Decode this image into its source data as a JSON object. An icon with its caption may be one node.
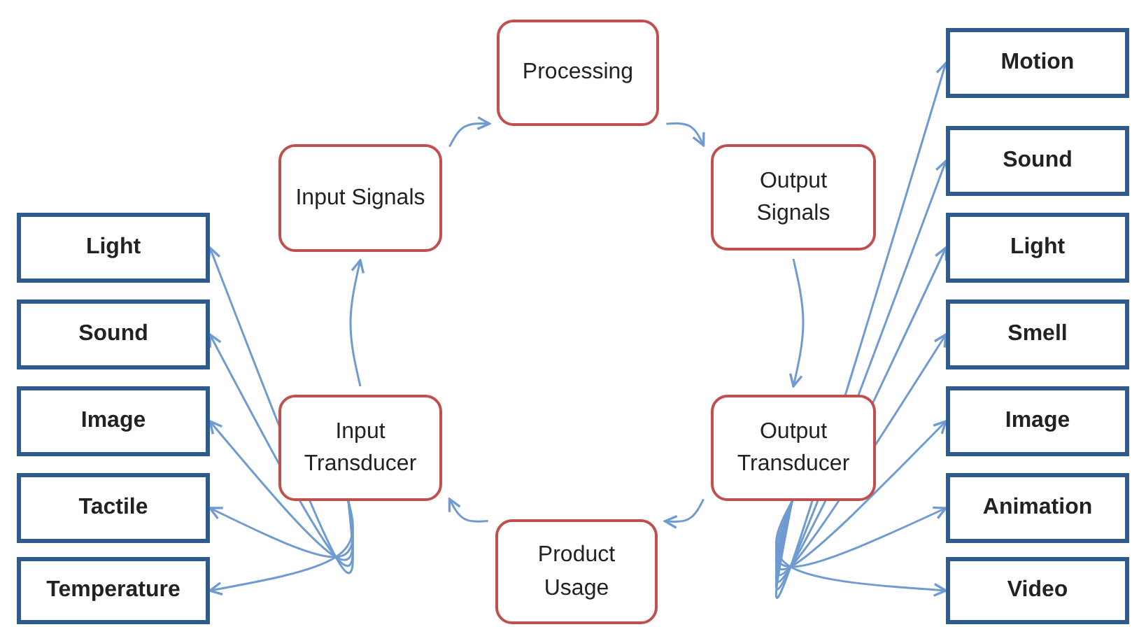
{
  "diagram": {
    "nodes": [
      {
        "text": [
          "Processing"
        ]
      },
      {
        "text": [
          "Input Signals"
        ]
      },
      {
        "text": [
          "Output Signals"
        ]
      },
      {
        "text": [
          "Input Transducer"
        ]
      },
      {
        "text": [
          "Output Transducer"
        ]
      },
      {
        "text": [
          "Product Usage"
        ]
      },
      {
        "text": [
          "Light"
        ]
      },
      {
        "text": [
          "Sound"
        ]
      },
      {
        "text": [
          "Image"
        ]
      },
      {
        "text": [
          "Tactile"
        ]
      },
      {
        "text": [
          "Temperature"
        ]
      },
      {
        "text": [
          "Motion"
        ]
      },
      {
        "text": [
          "Sound"
        ]
      },
      {
        "text": [
          "Light"
        ]
      },
      {
        "text": [
          "Smell"
        ]
      },
      {
        "text": [
          "Image"
        ]
      },
      {
        "text": [
          "Animation"
        ]
      },
      {
        "text": [
          "Video"
        ]
      }
    ],
    "edges": [
      {
        "from": 1,
        "to": 0,
        "arrow": "to"
      },
      {
        "from": 0,
        "to": 2,
        "arrow": "to"
      },
      {
        "from": 2,
        "to": 4,
        "arrow": "to"
      },
      {
        "from": 4,
        "to": 5,
        "arrow": "to"
      },
      {
        "from": 5,
        "to": 3,
        "arrow": "to"
      },
      {
        "from": 3,
        "to": 1,
        "arrow": "to"
      },
      {
        "from": 3,
        "to": 6,
        "arrow": "to"
      },
      {
        "from": 3,
        "to": 7,
        "arrow": "to"
      },
      {
        "from": 3,
        "to": 8,
        "arrow": "to"
      },
      {
        "from": 3,
        "to": 9,
        "arrow": "to"
      },
      {
        "from": 3,
        "to": 10,
        "arrow": "to"
      },
      {
        "from": 4,
        "to": 11,
        "arrow": "to"
      },
      {
        "from": 4,
        "to": 12,
        "arrow": "to"
      },
      {
        "from": 4,
        "to": 13,
        "arrow": "to"
      },
      {
        "from": 4,
        "to": 14,
        "arrow": "to"
      },
      {
        "from": 4,
        "to": 15,
        "arrow": "to"
      },
      {
        "from": 4,
        "to": 16,
        "arrow": "to"
      },
      {
        "from": 4,
        "to": 17,
        "arrow": "to"
      }
    ]
  }
}
